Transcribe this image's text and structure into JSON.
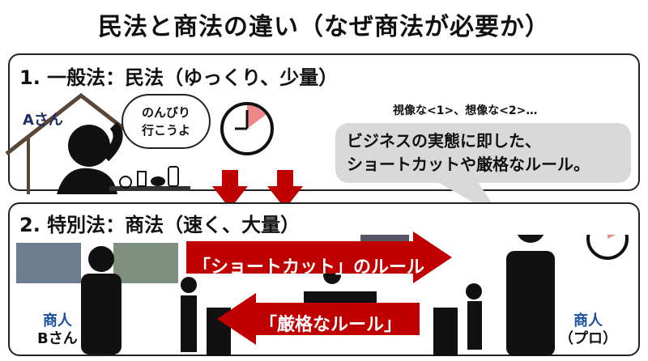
{
  "title": "民法と商法の違い（なぜ商法が必要か）",
  "section1": {
    "heading": "1. 一般法：民法（ゆっくり、少量）",
    "person_label": "Aさん",
    "thought": [
      "のんびり",
      "行こうよ"
    ]
  },
  "section2": {
    "heading": "2. 特別法：商法（速く、大量）",
    "merchant_label": [
      "商人",
      "Bさん"
    ],
    "pro_label": [
      "商人",
      "（プロ）"
    ]
  },
  "caption": "視像な<1>、想像な<2>…",
  "bubble_text": [
    "ビジネスの実態に即した、",
    "ショートカットや厳格なルール。"
  ],
  "arrows": {
    "right": "「ショートカット」のルール",
    "left": "「厳格なルール」"
  },
  "colors": {
    "accent_red": "#c00000",
    "label_blue": "#1b2f66",
    "bubble_gray": "#d9d9d9"
  }
}
